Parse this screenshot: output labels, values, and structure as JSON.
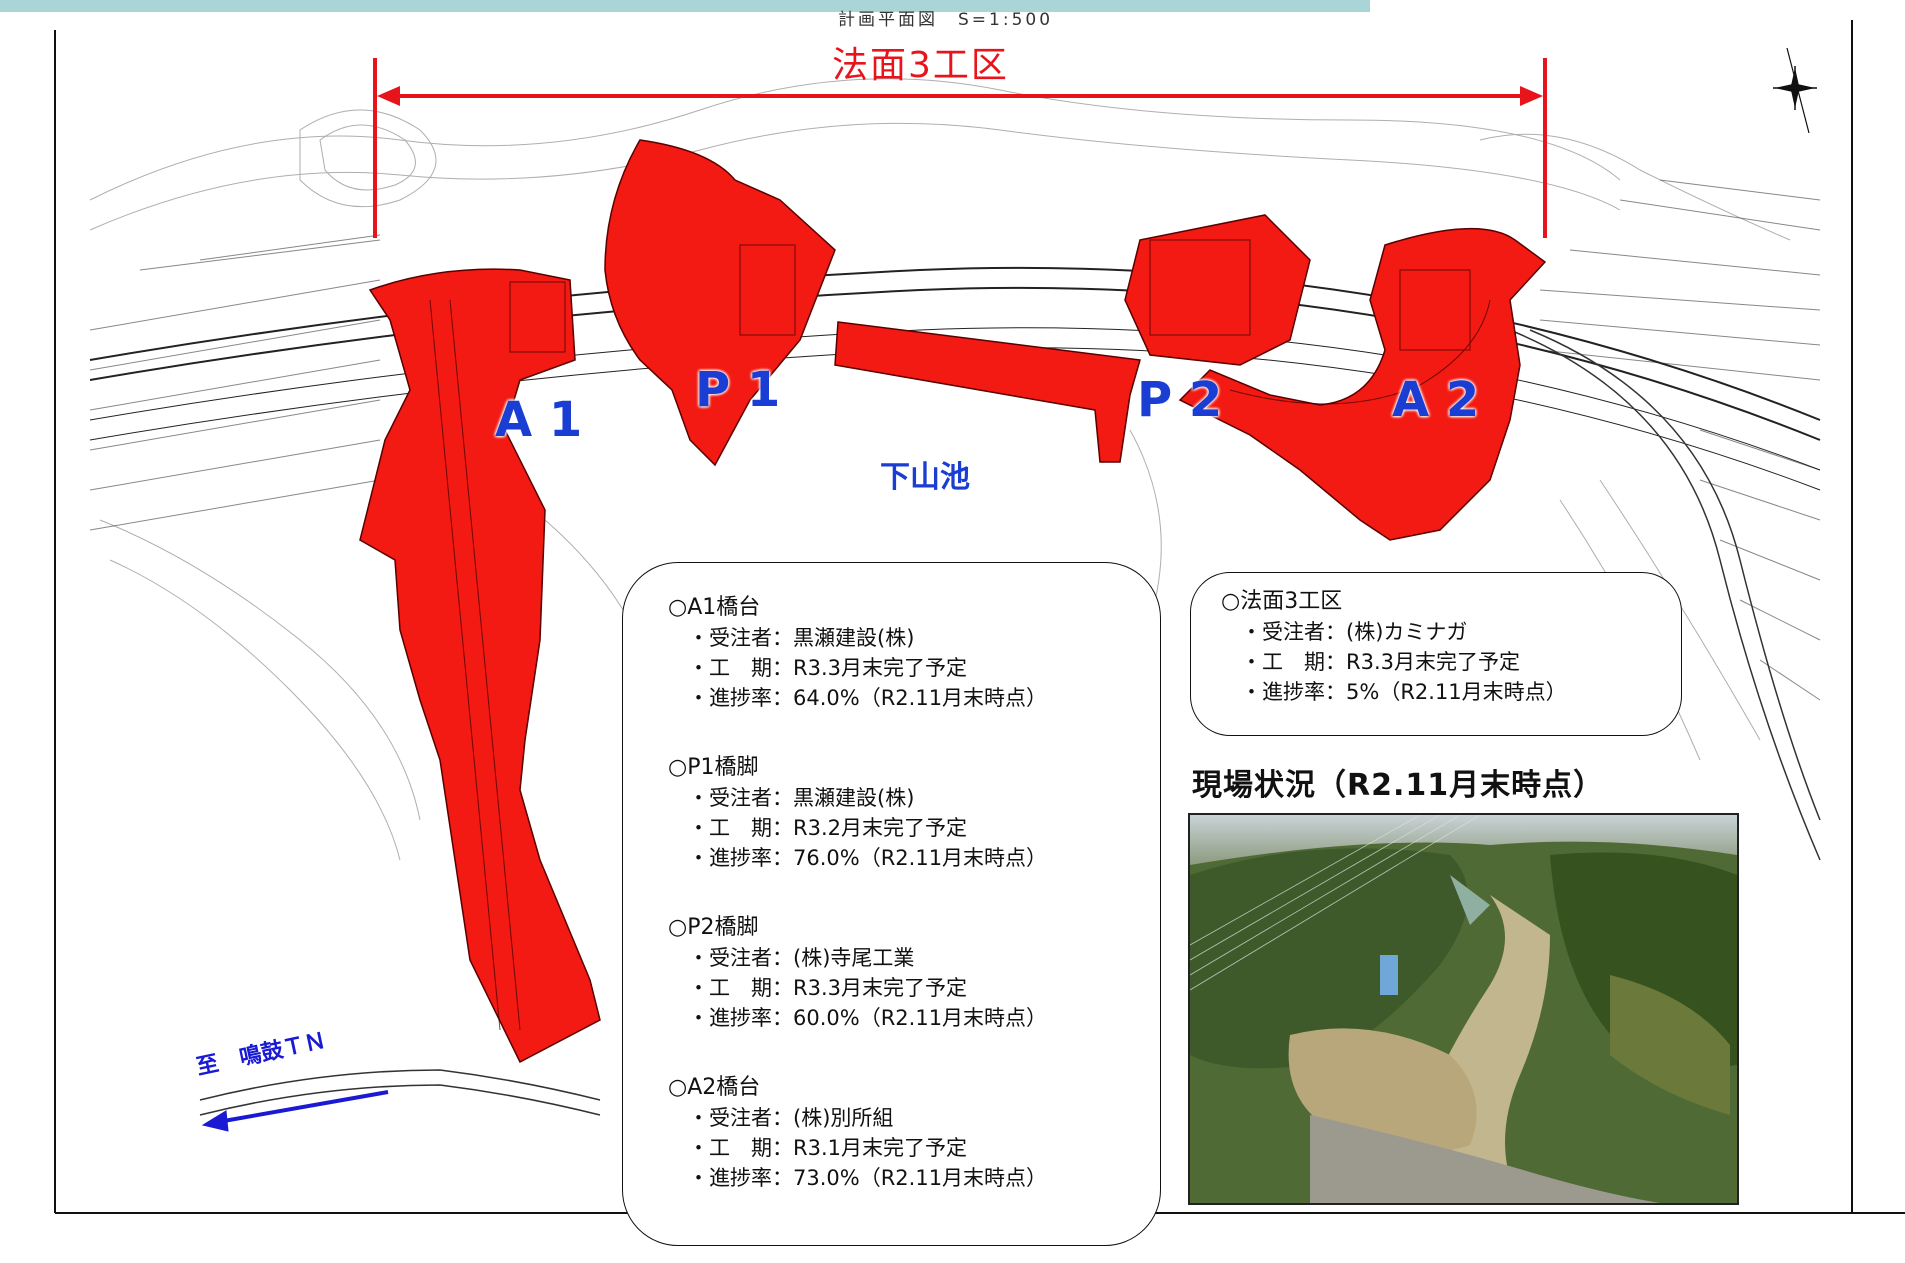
{
  "plan_title": "計画平面図　S=1:500",
  "zone_title": "法面3工区",
  "map_labels": {
    "a1": "A 1",
    "p1": "P 1",
    "p2": "P 2",
    "a2": "A 2",
    "pond": "下山池",
    "direction": "至　鳴鼓ＴＮ"
  },
  "works": [
    {
      "title": "○A1橋台",
      "contractor": "・受注者：黒瀬建設(株)",
      "period": "・工　期：R3.3月末完了予定",
      "progress": "・進捗率：64.0%（R2.11月末時点）",
      "progress_value": 64.0
    },
    {
      "title": "○P1橋脚",
      "contractor": "・受注者：黒瀬建設(株)",
      "period": "・工　期：R3.2月末完了予定",
      "progress": "・進捗率：76.0%（R2.11月末時点）",
      "progress_value": 76.0
    },
    {
      "title": "○P2橋脚",
      "contractor": "・受注者：(株)寺尾工業",
      "period": "・工　期：R3.3月末完了予定",
      "progress": "・進捗率：60.0%（R2.11月末時点）",
      "progress_value": 60.0
    },
    {
      "title": "○A2橋台",
      "contractor": "・受注者：(株)別所組",
      "period": "・工　期：R3.1月末完了予定",
      "progress": "・進捗率：73.0%（R2.11月末時点）",
      "progress_value": 73.0
    }
  ],
  "slope_work": {
    "title": "○法面3工区",
    "contractor": "・受注者：(株)カミナガ",
    "period": "・工　期：R3.3月末完了予定",
    "progress": "・進捗率：5%（R2.11月末時点）",
    "progress_value": 5
  },
  "site_heading": "現場状況（R2.11月末時点）",
  "colors": {
    "structure_fill": "#f21a12",
    "zone_line": "#e8141b",
    "pier_label": "#1a3ed4",
    "top_bar": "#a9d5d6"
  }
}
